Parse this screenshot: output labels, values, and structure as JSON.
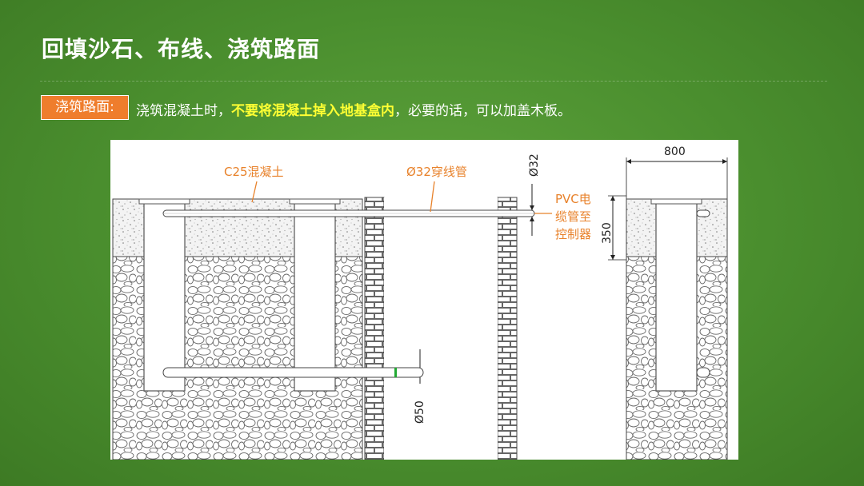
{
  "slide": {
    "title": "回填沙石、布线、浇筑路面",
    "tag": "浇筑路面:",
    "desc_before": "浇筑混凝土时，",
    "desc_highlight": "不要将混凝土掉入地基盒内",
    "desc_after": "，必要的话，可以加盖木板。"
  },
  "diagram": {
    "label_concrete": "C25混凝土",
    "label_conduit": "Ø32穿线管",
    "dim_32": "Ø32",
    "dim_50": "Ø50",
    "dim_800": "800",
    "dim_350": "350",
    "pvc_line1": "PVC电",
    "pvc_line2": "缆管至",
    "pvc_line3": "控制器"
  },
  "colors": {
    "background": "#4a8e2e",
    "tag_fill": "#ef7d2c",
    "highlight_text": "#ffff33",
    "diagram_label": "#e8822b"
  }
}
